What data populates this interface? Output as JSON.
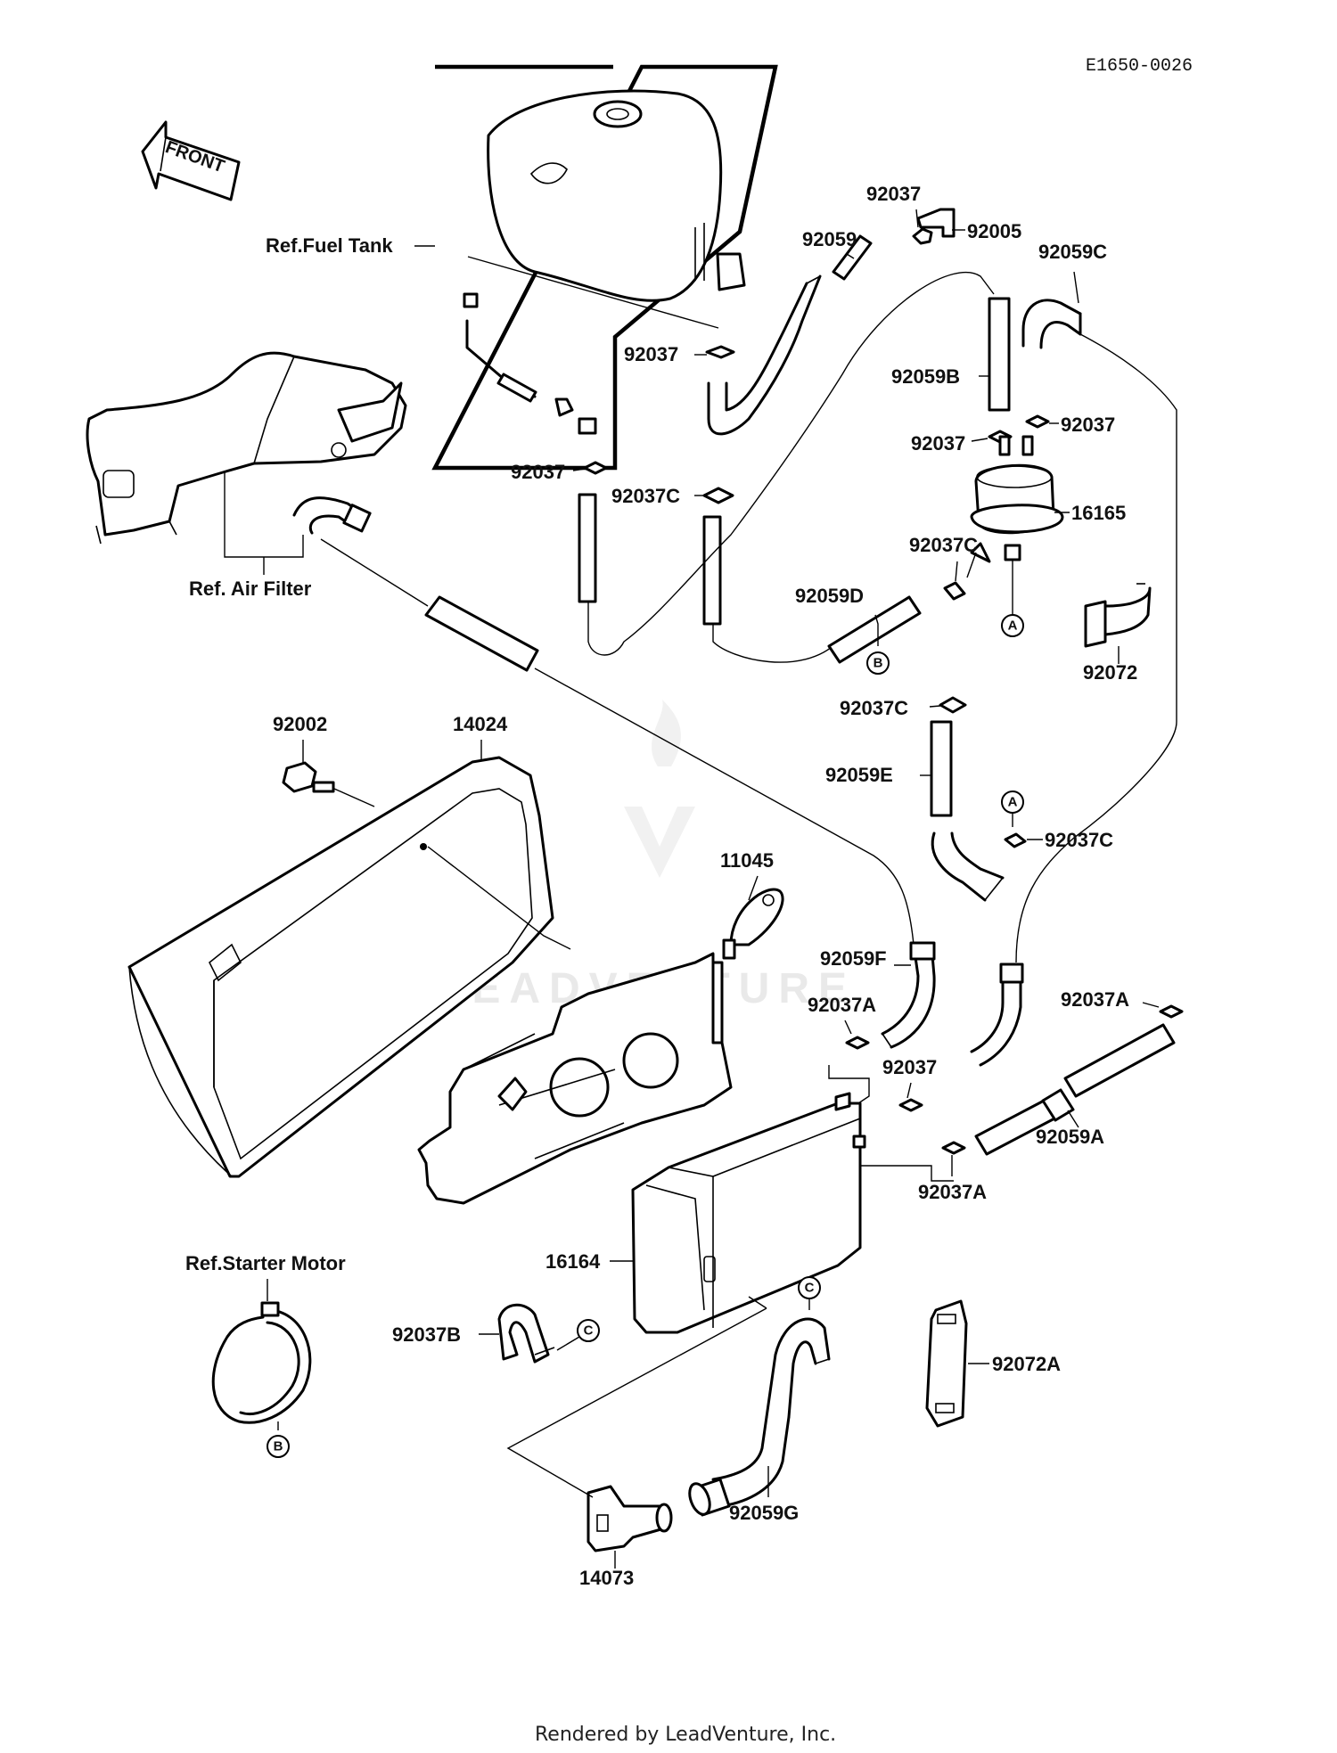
{
  "diagram": {
    "code": "E1650-0026",
    "front_label": "FRONT",
    "watermark": "LEADVENTURE",
    "footer": "Rendered by LeadVenture, Inc."
  },
  "references": {
    "fuel_tank": "Ref.Fuel Tank",
    "air_filter": "Ref. Air Filter",
    "starter_motor": "Ref.Starter Motor"
  },
  "parts": {
    "p92037_top": "92037",
    "p92005": "92005",
    "p92059": "92059",
    "p92059C": "92059C",
    "p92037_tank": "92037",
    "p92059B": "92059B",
    "p92037_left": "92037",
    "p92037_right": "92037",
    "p92037_tankbot": "92037",
    "p92037C_mid": "92037C",
    "p16165": "16165",
    "p92037C_filter": "92037C",
    "p92059D": "92059D",
    "p92072": "92072",
    "p92037C_e": "92037C",
    "p92059E": "92059E",
    "p92037C_a": "92037C",
    "p92002": "92002",
    "p14024": "14024",
    "p11045": "11045",
    "p92059F": "92059F",
    "p92037A_left": "92037A",
    "p92037_mid": "92037",
    "p92037A_right": "92037A",
    "p92059A": "92059A",
    "p92037A_bot": "92037A",
    "p16164": "16164",
    "p92037B": "92037B",
    "p92072A": "92072A",
    "p92059G": "92059G",
    "p14073": "14073"
  },
  "markers": {
    "A": "A",
    "B": "B",
    "C": "C"
  }
}
